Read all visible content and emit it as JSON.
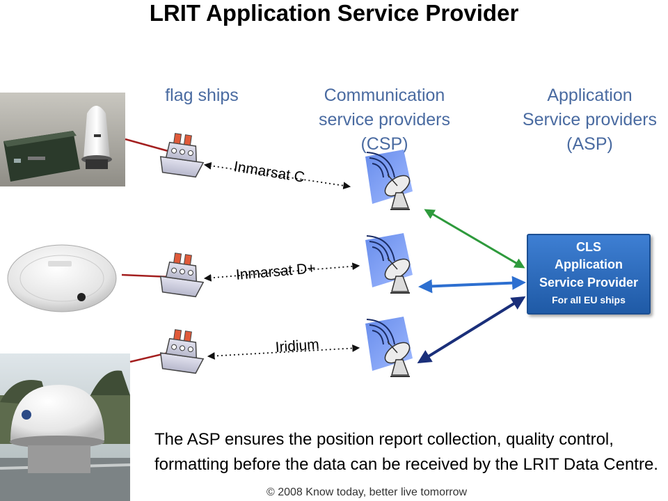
{
  "title": "LRIT Application Service Provider",
  "columns": {
    "flag_ships": "flag ships",
    "csp_line1": "Communication",
    "csp_line2": "service providers",
    "csp_line3": "(CSP)",
    "asp_line1": "Application",
    "asp_line2": "Service providers",
    "asp_line3": "(ASP)"
  },
  "links": {
    "inmarsat_c": "Inmarsat C",
    "inmarsat_d": "Inmarsat D+",
    "iridium": "Iridium"
  },
  "asp_box": {
    "line1": "CLS",
    "line2": "Application",
    "line3": "Service Provider",
    "line4": "For all EU ships"
  },
  "caption": {
    "line1": "The ASP ensures the position report collection, quality control,",
    "line2": "formatting before the data can be received by the LRIT Data Centre."
  },
  "footer": "© 2008 Know today, better live tomorrow",
  "colors": {
    "heading_blue": "#4a6ba1",
    "box_blue": "#2a67b8",
    "link_green": "#2e9a3c",
    "link_navy": "#1a2f7a",
    "link_blue": "#2d6fd0"
  }
}
